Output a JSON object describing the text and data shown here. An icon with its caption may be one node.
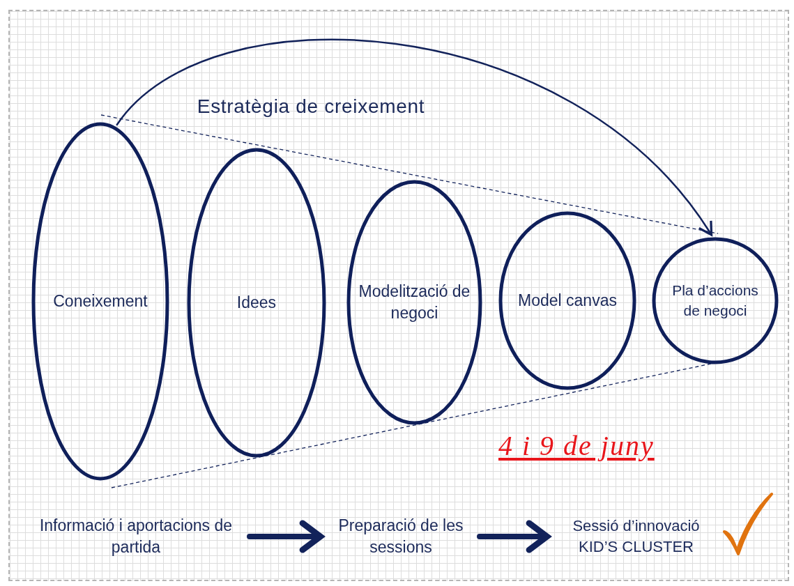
{
  "diagram": {
    "nodes": [
      {
        "text": [
          "Coneixement"
        ]
      },
      {
        "text": [
          "Idees"
        ]
      },
      {
        "text": [
          "Modelització de negoci"
        ]
      },
      {
        "text": [
          "Model canvas"
        ]
      },
      {
        "text": [
          "Pla d’accions de negoci"
        ]
      },
      {
        "text": [
          "Informació i aportacions de partida"
        ]
      },
      {
        "text": [
          "Preparació de les sessions"
        ]
      },
      {
        "text": [
          "Sessió d’innovació KID’S CLUSTER"
        ]
      }
    ],
    "edges": [
      {
        "from": 0,
        "to": 4,
        "arrow": "to",
        "label": "Estratègia de creixement"
      },
      {
        "from": 5,
        "to": 6,
        "arrow": "to"
      },
      {
        "from": 6,
        "to": 7,
        "arrow": "to"
      }
    ],
    "labels": [
      "4 i 9 de juny"
    ]
  }
}
